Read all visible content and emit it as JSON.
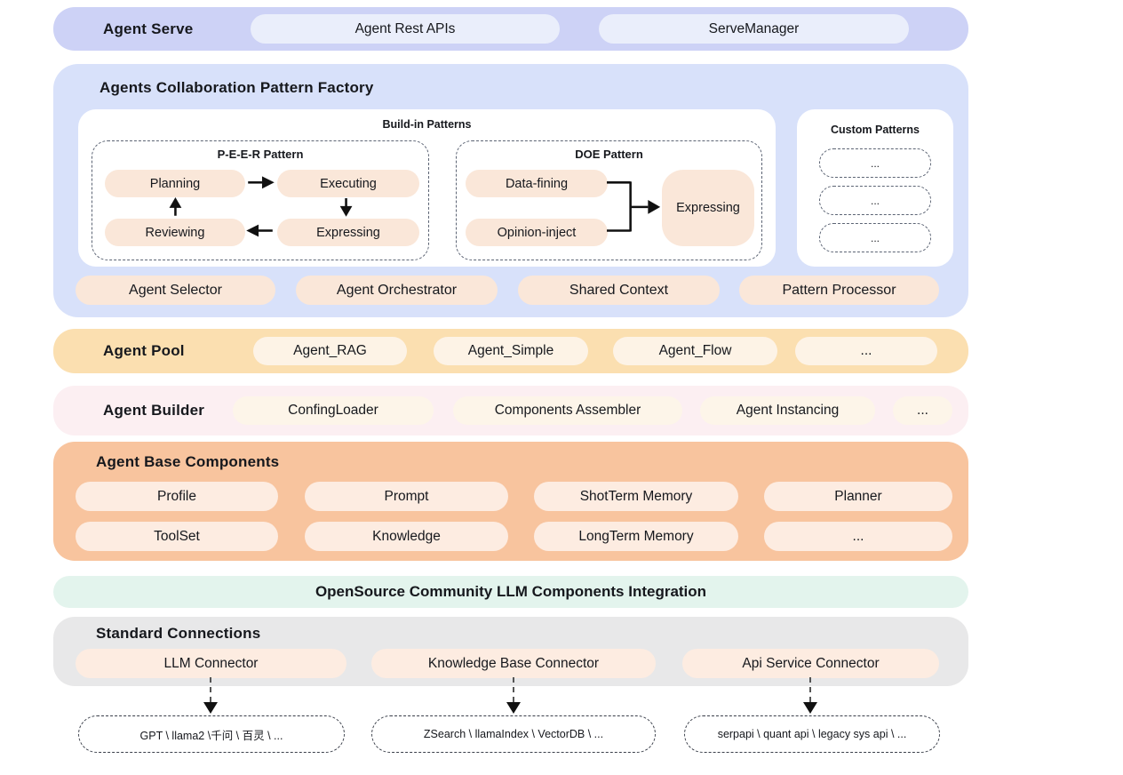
{
  "serve": {
    "label": "Agent Serve",
    "pills": [
      "Agent Rest APIs",
      "ServeManager"
    ]
  },
  "factory": {
    "title": "Agents Collaboration Pattern Factory",
    "buildin": {
      "title": "Build-in Patterns",
      "peer": {
        "title": "P-E-E-R Pattern",
        "planning": "Planning",
        "executing": "Executing",
        "reviewing": "Reviewing",
        "expressing": "Expressing"
      },
      "doe": {
        "title": "DOE Pattern",
        "input1": "Data-fining",
        "input2": "Opinion-inject",
        "output": "Expressing"
      }
    },
    "custom": {
      "title": "Custom Patterns",
      "slots": [
        "...",
        "...",
        "..."
      ]
    },
    "pills": [
      "Agent Selector",
      "Agent Orchestrator",
      "Shared Context",
      "Pattern Processor"
    ]
  },
  "pool": {
    "label": "Agent Pool",
    "pills": [
      "Agent_RAG",
      "Agent_Simple",
      "Agent_Flow",
      "..."
    ]
  },
  "builder": {
    "label": "Agent Builder",
    "pills": [
      "ConfingLoader",
      "Components Assembler",
      "Agent Instancing",
      "..."
    ]
  },
  "base": {
    "title": "Agent Base Components",
    "row1": [
      "Profile",
      "Prompt",
      "ShotTerm Memory",
      "Planner"
    ],
    "row2": [
      "ToolSet",
      "Knowledge",
      "LongTerm Memory",
      "..."
    ]
  },
  "opensource": {
    "title": "OpenSource Community LLM Components Integration"
  },
  "connections": {
    "title": "Standard Connections",
    "pills": [
      "LLM Connector",
      "Knowledge Base Connector",
      "Api Service Connector"
    ]
  },
  "providers": [
    "GPT \\ llama2 \\千问 \\ 百灵 \\ ...",
    "ZSearch \\ llamaIndex \\ VectorDB \\ ...",
    "serpapi \\ quant api \\ legacy sys api \\  ..."
  ],
  "colors": {
    "serve_band": "#cdd2f6",
    "serve_pill": "#eaeefb",
    "factory_band": "#d8e1fa",
    "pattern_pill": "#fae7d9",
    "pool_band": "#fbdfb0",
    "pool_pill": "#fdf3e6",
    "builder_band": "#fceff2",
    "builder_pill": "#fdf5e9",
    "base_band": "#f8c49e",
    "base_pill": "#fdece1",
    "opensource_band": "#e3f4ed",
    "connections_band": "#e8e8e9",
    "connector_pill": "#fdece1",
    "arrow": "#111111"
  }
}
